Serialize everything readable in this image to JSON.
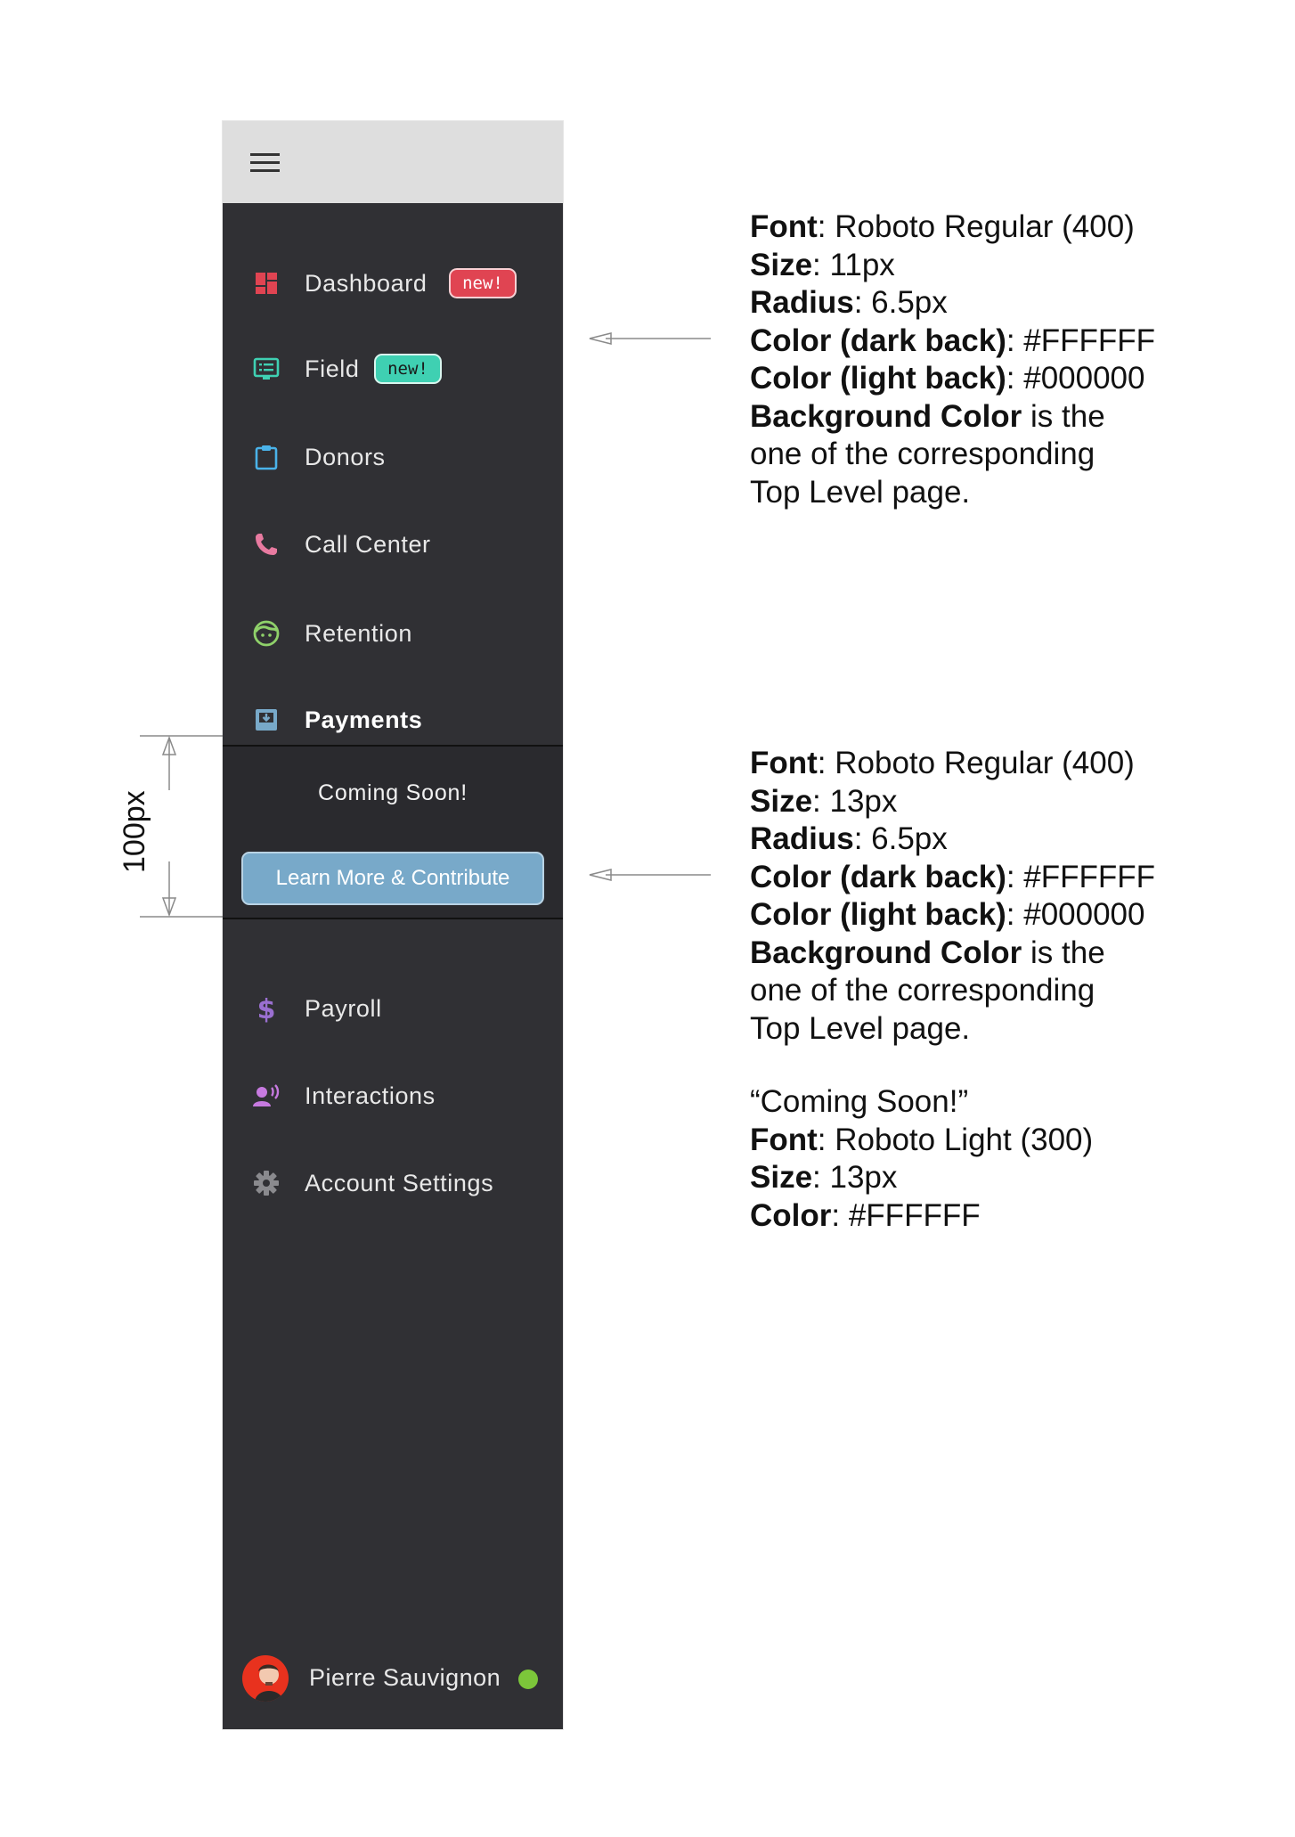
{
  "sidebar": {
    "menu_icon": "hamburger-menu-icon",
    "items": [
      {
        "label": "Dashboard",
        "icon": "dashboard-icon",
        "icon_color": "#e04452",
        "badge": "new!",
        "badge_style": "red",
        "bold": false
      },
      {
        "label": "Field",
        "icon": "monitor-list-icon",
        "icon_color": "#3fd0b2",
        "badge": "new!",
        "badge_style": "teal",
        "bold": false
      },
      {
        "label": "Donors",
        "icon": "clipboard-icon",
        "icon_color": "#4ab3ea",
        "bold": false
      },
      {
        "label": "Call Center",
        "icon": "phone-icon",
        "icon_color": "#e87aa0",
        "bold": false
      },
      {
        "label": "Retention",
        "icon": "face-icon",
        "icon_color": "#8fd16a",
        "bold": false
      },
      {
        "label": "Payments",
        "icon": "inbox-download-icon",
        "icon_color": "#78a9c9",
        "bold": true
      }
    ],
    "coming_soon": {
      "text": "Coming Soon!",
      "button_label": "Learn More & Contribute"
    },
    "lower_items": [
      {
        "label": "Payroll",
        "icon": "dollar-icon",
        "icon_color": "#9a6fd0"
      },
      {
        "label": "Interactions",
        "icon": "speaking-person-icon",
        "icon_color": "#c77ae0"
      },
      {
        "label": "Account Settings",
        "icon": "gear-icon",
        "icon_color": "#8a8a8e"
      }
    ],
    "user": {
      "name": "Pierre Sauvignon",
      "status_color": "#7cc63a"
    }
  },
  "dimension": {
    "label": "100px"
  },
  "annotations": {
    "badge_spec": {
      "font_key": "Font",
      "font_value": ": Roboto Regular (400)",
      "size_key": "Size",
      "size_value": ": 11px",
      "radius_key": "Radius",
      "radius_value": ": 6.5px",
      "dark_key": "Color (dark back)",
      "dark_value": ": #FFFFFF",
      "light_key": "Color (light back)",
      "light_value": ": #000000",
      "bg_key": "Background Color",
      "bg_value_1": " is the",
      "bg_value_2": "one of the corresponding",
      "bg_value_3": "Top Level page."
    },
    "button_spec": {
      "font_key": "Font",
      "font_value": ": Roboto Regular (400)",
      "size_key": "Size",
      "size_value": ": 13px",
      "radius_key": "Radius",
      "radius_value": ": 6.5px",
      "dark_key": "Color (dark back)",
      "dark_value": ": #FFFFFF",
      "light_key": "Color (light back)",
      "light_value": ": #000000",
      "bg_key": "Background Color",
      "bg_value_1": " is the",
      "bg_value_2": "one of the corresponding",
      "bg_value_3": "Top Level page."
    },
    "coming_soon_spec": {
      "title": "“Coming Soon!”",
      "font_key": "Font",
      "font_value": ": Roboto Light (300)",
      "size_key": "Size",
      "size_value": ": 13px",
      "color_key": "Color",
      "color_value": ": #FFFFFF"
    }
  }
}
